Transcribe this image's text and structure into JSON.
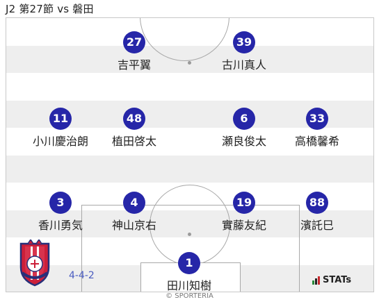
{
  "header": {
    "title": "J2 第27節 vs 磐田"
  },
  "formation": "4-4-2",
  "players": [
    {
      "number": "27",
      "name": "吉平翼"
    },
    {
      "number": "39",
      "name": "古川真人"
    },
    {
      "number": "11",
      "name": "小川慶治朗"
    },
    {
      "number": "48",
      "name": "植田啓太"
    },
    {
      "number": "6",
      "name": "瀬良俊太"
    },
    {
      "number": "33",
      "name": "高橋馨希"
    },
    {
      "number": "3",
      "name": "香川勇気"
    },
    {
      "number": "4",
      "name": "神山京右"
    },
    {
      "number": "19",
      "name": "實藤友紀"
    },
    {
      "number": "88",
      "name": "濱託巳"
    },
    {
      "number": "1",
      "name": "田川知樹"
    }
  ],
  "branding": {
    "stats_logo": "STATs",
    "copyright": "© SPORTERIA"
  },
  "colors": {
    "number_badge": "#2626a8",
    "formation_text": "#4a5cc0",
    "stripe": "#eeeeee"
  },
  "icons": [
    "team-crest-icon",
    "stats-bars-icon"
  ]
}
